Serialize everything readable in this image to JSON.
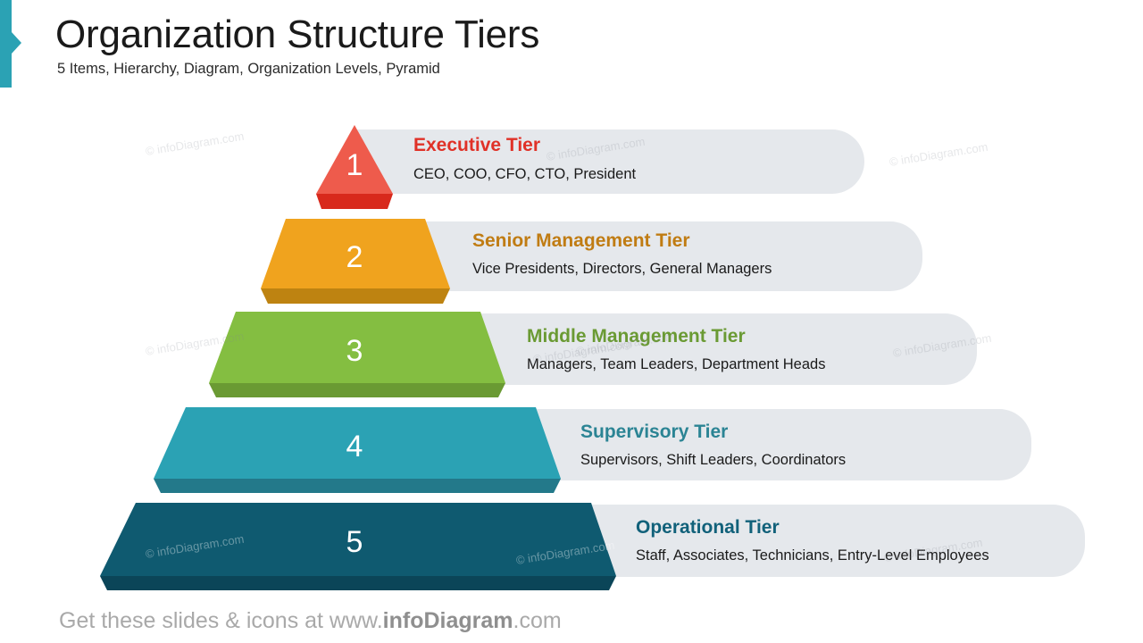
{
  "header": {
    "title": "Organization Structure Tiers",
    "subtitle": "5 Items, Hierarchy, Diagram, Organization Levels, Pyramid",
    "accent_color": "#2BA2B4"
  },
  "pyramid": {
    "tiers": [
      {
        "number": "1",
        "title": "Executive Tier",
        "description": "CEO, COO, CFO, CTO, President",
        "title_color": "#E03127",
        "face_color": "#EE5B4C",
        "base_color": "#D8291C"
      },
      {
        "number": "2",
        "title": "Senior Management Tier",
        "description": "Vice Presidents, Directors, General Managers",
        "title_color": "#C07C13",
        "face_color": "#F0A31E",
        "base_color": "#BE8311"
      },
      {
        "number": "3",
        "title": "Middle Management Tier",
        "description": "Managers, Team Leaders, Department Heads",
        "title_color": "#6A9A33",
        "face_color": "#84BE41",
        "base_color": "#6A9A33"
      },
      {
        "number": "4",
        "title": "Supervisory Tier",
        "description": "Supervisors, Shift Leaders, Coordinators",
        "title_color": "#2B8494",
        "face_color": "#2BA2B4",
        "base_color": "#23798A"
      },
      {
        "number": "5",
        "title": "Operational Tier",
        "description": "Staff, Associates, Technicians, Entry-Level Employees",
        "title_color": "#11617A",
        "face_color": "#0F5A70",
        "base_color": "#0B4558"
      }
    ],
    "bar_color": "#E5E8EC"
  },
  "watermark": {
    "text": "© infoDiagram.com"
  },
  "footer": {
    "prefix": "Get these slides & icons at www.",
    "brand": "infoDiagram",
    "suffix": ".com"
  }
}
